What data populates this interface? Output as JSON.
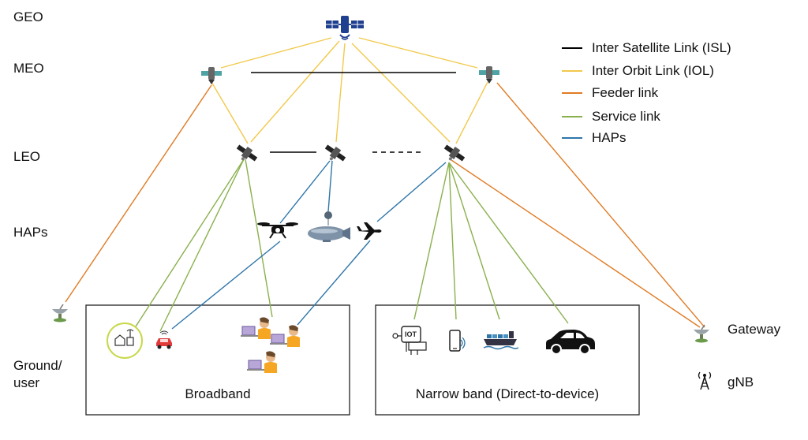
{
  "tiers": {
    "geo": "GEO",
    "meo": "MEO",
    "leo": "LEO",
    "haps": "HAPs",
    "ground_line1": "Ground/",
    "ground_line2": "user"
  },
  "legend": [
    {
      "label": "Inter Satellite Link (ISL)",
      "color": "#000000"
    },
    {
      "label": "Inter Orbit Link (IOL)",
      "color": "#f2c94c"
    },
    {
      "label": "Feeder link",
      "color": "#e07b24"
    },
    {
      "label": "Service link",
      "color": "#8ab04e"
    },
    {
      "label": "HAPs",
      "color": "#2e75a8"
    }
  ],
  "groups": {
    "broadband": "Broadband",
    "narrowband": "Narrow band (Direct-to-device)"
  },
  "side_labels": {
    "gateway": "Gateway",
    "gnb": "gNB"
  },
  "icons": {
    "iot": "IOT"
  },
  "colors": {
    "isl": "#000000",
    "iol": "#f2c94c",
    "feeder": "#e07b24",
    "service": "#8ab04e",
    "haps": "#2e75a8",
    "satellite_body": "#1f3f8f",
    "satellite_panel": "#4fa3a5"
  }
}
